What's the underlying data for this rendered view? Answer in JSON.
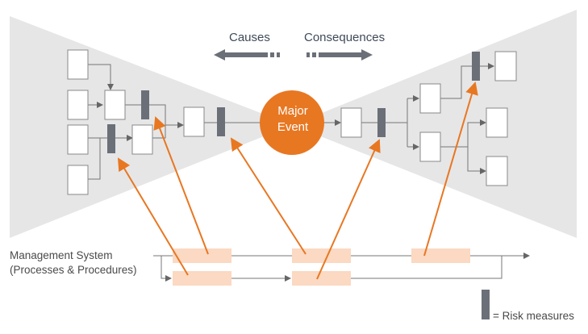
{
  "direction_labels": {
    "causes": "Causes",
    "consequences": "Consequences"
  },
  "major_event": {
    "line1": "Major",
    "line2": "Event"
  },
  "management_system": {
    "line1": "Management System",
    "line2": "(Processes & Procedures)"
  },
  "legend": {
    "risk_measures": "= Risk measures"
  },
  "colors": {
    "bowtie_fill": "#e6e6e6",
    "event_fill": "#e87722",
    "arrow": "#e87722",
    "barrier": "#6b6f78",
    "process_box": "#fbd9c2",
    "line": "#777777"
  }
}
